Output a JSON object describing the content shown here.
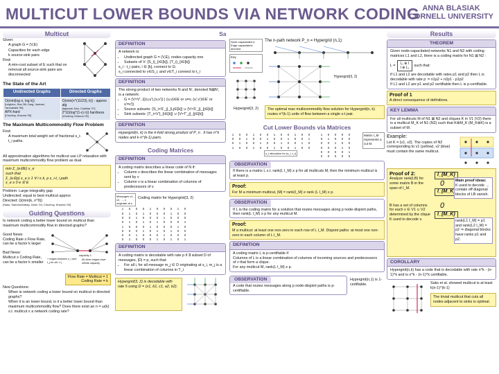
{
  "header": {
    "title": "MULTICUT LOWER BOUNDS VIA NETWORK CODING",
    "author": "ANNA BLASIAK",
    "affiliation": "CORNELL UNIVERSITY"
  },
  "multicut": {
    "heading": "Multicut",
    "given_label": "Given:",
    "given": [
      "A graph G = (V,E)",
      "Capacities for each edge",
      "k source-sink pairs"
    ],
    "find_label": "Find:",
    "find": [
      "A min-cost subset of E such that on removal all source-sink pairs are disconnected"
    ],
    "state_title": "The State of the Art",
    "table_headers": [
      "Undirected Graphs",
      "Directed Graphs"
    ],
    "undirected": [
      "O(min(log n, log k))",
      "[Leighton, Rao '88; Garg, Vazirani, Yannakakis '96]",
      "APX-hard",
      "[Chuzhoy, Khanna '09]"
    ],
    "directed": [
      "O(min(n^(11/23), k)) - approx alg",
      "[Agarwal, Alon, Charikar '07]",
      "2^(Ω(log^(1-ε) n)) hardness",
      "[Chuzhoy, Khanna '09]"
    ],
    "gap_title": "The Maximum Multicommodity Flow Problem",
    "gap_find_label": "Find:",
    "gap_find": [
      "A maximum total weight set of fractional s_i-t_i paths."
    ],
    "gap_text": "All approximation algorithms for multicut use LP relaxation with maximum multicommodity flow problem as dual.",
    "lp": [
      "min  Σ_{e∈E} x_e",
      "such that",
      "Σ_{e∈p} x_e ≥ 1     ∀ i ≤ k, p s_i-t_i path",
      "x_e ≥ 0     e ∈ E"
    ],
    "problem": "Problem: Large integrality gap",
    "undirected_gap": "Undirected: equal to best multicut approx",
    "directed_gap": "Directed: Ω(min(k, n^δ))",
    "directed_ref": "[Saks, Samorodnitsky, Zosin '04; Chuzhoy, Khanna '09]"
  },
  "guiding": {
    "heading": "Guiding Questions",
    "intro": "Is network coding a better lower bound on multicut than maximum multicommodity flow in directed graphs?",
    "good_label": "Good News:",
    "good": [
      "Coding Rate ≥ Flow Rate,",
      "can be a factor k larger"
    ],
    "bad_label": "Bad News:",
    "bad": [
      "Multicut ≥ Coding Rate,",
      "can be a factor k smaller"
    ],
    "diag_labels": [
      "capacity 1",
      "+ edges between s_i and t_j for all i ≠ j",
      "All other edges have infinite capacity"
    ],
    "flow_rate": "Flow Rate = Multicut = 1",
    "coding_rate": "Coding Rate = k",
    "new_label": "New Questions:",
    "new": [
      "When is network coding a lower bound on multicut in directed graphs?",
      "When it is an lower bound, is it a better lower bound than maximum multicommodity flow? Does there exist an n = ω(k) s.t. multicut ≤ a network coding rate?"
    ]
  },
  "saks": {
    "heading": "Saks et al. Construction:  The Hypergrid",
    "def1_title": "DEFINITION",
    "def1": [
      "A network is:",
      "Undirected graph G = (V,E), nodes capacity one",
      "Subsets of V: {S_i}_{i∈[k]}, {T_i}_{i∈[k]}",
      "s_i - t_i pairs, i ∈ [k], connect to G:",
      "s_i connected to v∈S_i, and v∈T_i connect to t_i"
    ],
    "def2_title": "DEFINITION",
    "def2": [
      "The strong product of two networks N and N′, denoted N⊠N′, is a network:",
      "G = (V×V′, {((u,u′),(v,v′)) | (u,v)∈E or u=v, (u′,v′)∈E′ or u′=v′})",
      "Source subsets: {S_i×S′_j}_{i,j∈[k]} ∪ {V×S′_j}_{j∈[k]}",
      "Sink subsets: {T_i×V′}_{i∈[k]} ∪ {V×T′_j}_{j∈[k]}"
    ],
    "def3_title": "DEFINITION",
    "def3": "Hypergrid(n, k) is the k-fold strong product of P_n . It has n^k nodes and k·n^(k-1) pairs.",
    "npath": "The n-path network P_n = Hypergrid (n,1):",
    "node_cap": "Node capacitated ≠ Edge capacitated, directed",
    "key": "Key",
    "hg1": "Hypergrid(3, 2)",
    "hg2": "Hypergrid(3, 2)",
    "optimal": "The optimal max multicommodity flow solution for Hypergrid(n, k) routes n^(k-1) units of flow between a single s-t pair."
  },
  "coding": {
    "heading": "Coding Matrices",
    "def_title": "DEFINITION",
    "def": [
      "A coding matrix describes a linear code of N if:",
      "Column v describes the linear combination of messages sent by v",
      "Column v is a linear combination of columns of predecessors of v."
    ],
    "side_note": "Messages x1, x2, ..., x originate at s",
    "matrix_title": "Coding matrix for Hypergrid(3, 2)",
    "def2_title": "DEFINITION",
    "def2": [
      "A coding matrix is decodable with rate p if ∃ subset D of messages, |D| = p, such that:",
      "For all i, for all message m_j ∈ D originating at s_i, m_j is a linear combination of columns in T_i"
    ],
    "note": "Hypergrid(3, 2) is decodable with rate 5 using D = {x1, b1, c1, a2, b2}."
  },
  "cut": {
    "heading": "Cut Lower Bounds via Matrices",
    "matrix_note": "Matrix I_M represents a cut M.",
    "s_caption": "s_i allocation for (s_i, t_i)",
    "obs1_title": "OBSERVATION",
    "obs1": "If there is a matrix L s.t. rank(L I_M) ≥ p for all multicuts M, then the minimum multicut is at least p.",
    "proof1": "Proof:",
    "proof1_text": "For M a minimum multicut, |M| = rank(I_M) ≥ rank (L I_M) ≥ p.",
    "obs2_title": "OBSERVATION",
    "obs2": "If L is the coding matrix for a solution that routes messages along p node-disjoint paths, then rank(L I_M) ≥ p for any multicut M.",
    "proof2": "Proof:",
    "proof2_text": "M a multicut: at least one non-zero in each row of L I_M. Disjoint paths: at most one non-zero in each column of L I_M.",
    "def_title": "DEFINITION",
    "def": [
      "A coding matrix L is p-certifiable if",
      "Columns of L is a linear combination of columns of incoming sources and predecessors of v that form a clique.",
      "For any multicut M, rank(L I_M) ≥ p."
    ],
    "obs3_title": "OBSERVATION",
    "obs3": "A code that routes messages along p node-disjoint paths is p-certifiable.",
    "hg_cert": "Hypergrid(n,1) is 1-certifiable."
  },
  "results": {
    "heading": "Results",
    "thm_title": "THEOREM",
    "thm": "Given node-capacitated networks N1 and N2 with coding matrices L1 and L2, there is a coding matrix for N1 ⊠ N2 :",
    "L_label": "L =",
    "such_that": "such that:",
    "items": [
      "If L1 and L2 are decodable with rates p1 and p2 then L is decodable with rate p := n1p2 + n2p1 - p1p2",
      "If L1 and L2 are p1 and p2 certifiable then L is p-certifiable."
    ],
    "proof1_title": "Proof of 1",
    "proof1": "A direct consequence of definitions.",
    "key_title": "KEY LEMMA",
    "key": "For all multicuts M of N1 ⊠ N2 and cliques K in V1 (V2) there is a multicut M_K of N1 (N2) such that K⊗M_K (M_K⊗K) is a subset of M.",
    "example_title": "Example:",
    "example": "Let K = {v1, v2}. The copies of N2 corresponding to v1 (yellow), v2 (blue) must contain the same multicut.",
    "proof2_title": "Proof of 2:",
    "proof2": "Analyze rank(LB) for some matrix B in the span of I_M.",
    "main_ideas": "Main proof ideas:",
    "ideas": [
      "K used to decode → contain off diagonal blocks of LB vanish.",
      "rank(L1 I_M) = p1 and rank(L2 I_M) = p2 ⇒ diagonal blocks have ranks p1 and p2."
    ],
    "bhas": "B has a set of columns for each v ∈ V1 ∪ V2 determined by the clique K used to decode v.",
    "ih": "I_{M_K}",
    "zero": "0",
    "corollary_title": "COROLLARY",
    "corollary": "Hypergrid(n,k) has a code that is decodable with rate n^k - (n-1)^k and is n^k - (n-1)^k certifiable.",
    "saks_note": "Saks et al. showed multicut is at least k(n-1)^(k-1)",
    "trivial": "The trivial multicut that cuts all nodes adjacent to sinks is optimal."
  }
}
